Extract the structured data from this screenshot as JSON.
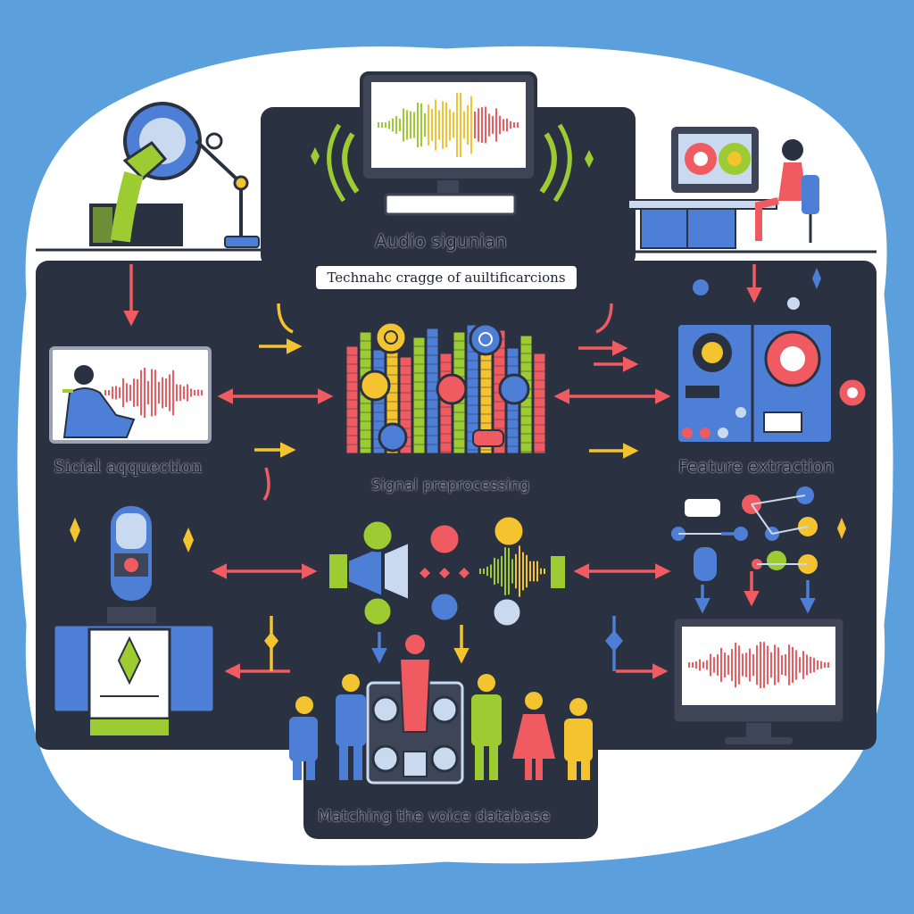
{
  "labels": {
    "top_title": "Audio sigunian",
    "subtitle": "Technahc cragge of auiltificarcions",
    "stage_acquisition": "Sicial aqquection",
    "stage_preprocessing": "Signal preprocessing",
    "stage_features": "Feature extraction",
    "stage_matching": "Matching the voice database"
  },
  "colors": {
    "background": "#5b9fdd",
    "cloud": "#ffffff",
    "panel": "#2a3140",
    "accent_red": "#ef5b61",
    "accent_green": "#9ccc32",
    "accent_yellow": "#f4c430",
    "accent_blue": "#4d7fd6"
  },
  "icons": [
    "microphone-icon",
    "monitor-icon",
    "waveform-icon",
    "person-at-desk-icon",
    "speaker-panel-icon",
    "equalizer-icon",
    "node-network-icon",
    "voice-database-icon",
    "people-group-icon"
  ]
}
